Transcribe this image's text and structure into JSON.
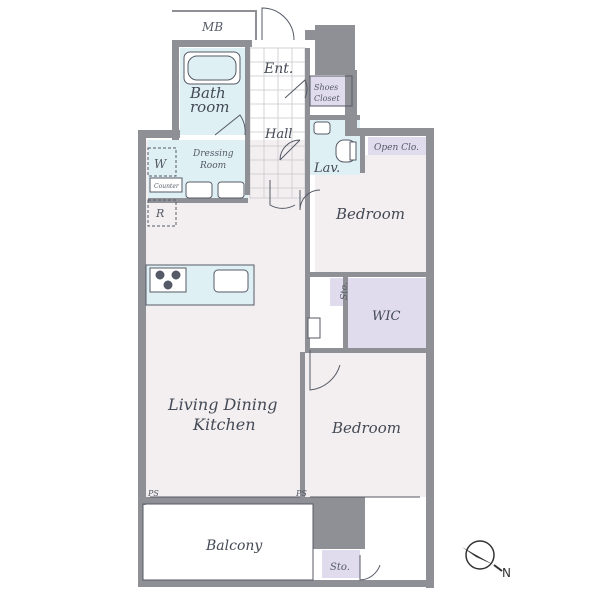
{
  "labels": {
    "mb": "MB",
    "ent": "Ent.",
    "shoes_1": "Shoes",
    "shoes_2": "Closet",
    "bath_1": "Bath",
    "bath_2": "room",
    "hall": "Hall",
    "open_closet": "Open Clo.",
    "dressing_1": "Dressing",
    "dressing_2": "Room",
    "w": "W",
    "counter": "Counter",
    "lav": "Lav.",
    "r": "R",
    "bedroom_upper": "Bedroom",
    "sto_inner": "Sto.",
    "wic": "WIC",
    "ldk_1": "Living Dining",
    "ldk_2": "Kitchen",
    "bedroom_lower": "Bedroom",
    "ps_left": "PS",
    "ps_right": "PS",
    "balcony": "Balcony",
    "sto_outer": "Sto."
  },
  "colors": {
    "wall": "#8e9096",
    "room_fill": "#f3eff0",
    "wet_fill": "#dff0f5",
    "storage_fill": "#e0dced",
    "hall_fill": "#ffffff",
    "line": "#555a66"
  },
  "icons": {
    "compass": "north-arrow-icon"
  }
}
